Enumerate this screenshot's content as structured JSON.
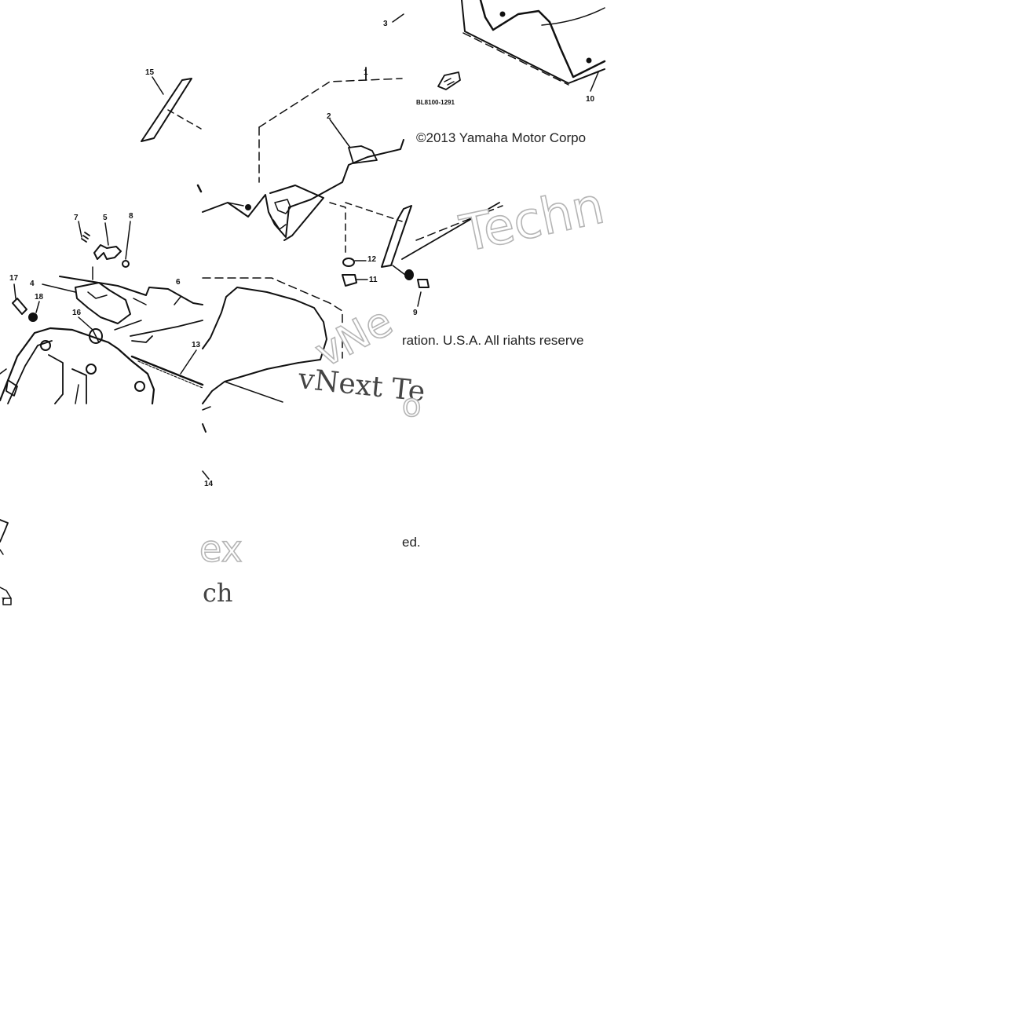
{
  "diagram": {
    "copyright_line1": "©2013 Yamaha Motor Corpo",
    "copyright_line2": "ration. U.S.A. All riahts reserve",
    "copyright_line3": "ed.",
    "part_code": "BL8100-1291",
    "watermark_text_1": "Techn",
    "watermark_text_2": "vNext Te",
    "watermark_text_3": "vNe",
    "watermark_text_4": "ch",
    "watermark_text_5": "ex",
    "watermark_text_6": "o",
    "callouts": {
      "c1": "1",
      "c2": "2",
      "c3": "3",
      "c4": "4",
      "c5": "5",
      "c6": "6",
      "c7": "7",
      "c8": "8",
      "c9": "9",
      "c10": "10",
      "c11": "11",
      "c12": "12",
      "c13": "13",
      "c14": "14",
      "c15": "15",
      "c16": "16",
      "c17": "17",
      "c18": "18",
      "c7b": "7"
    }
  }
}
